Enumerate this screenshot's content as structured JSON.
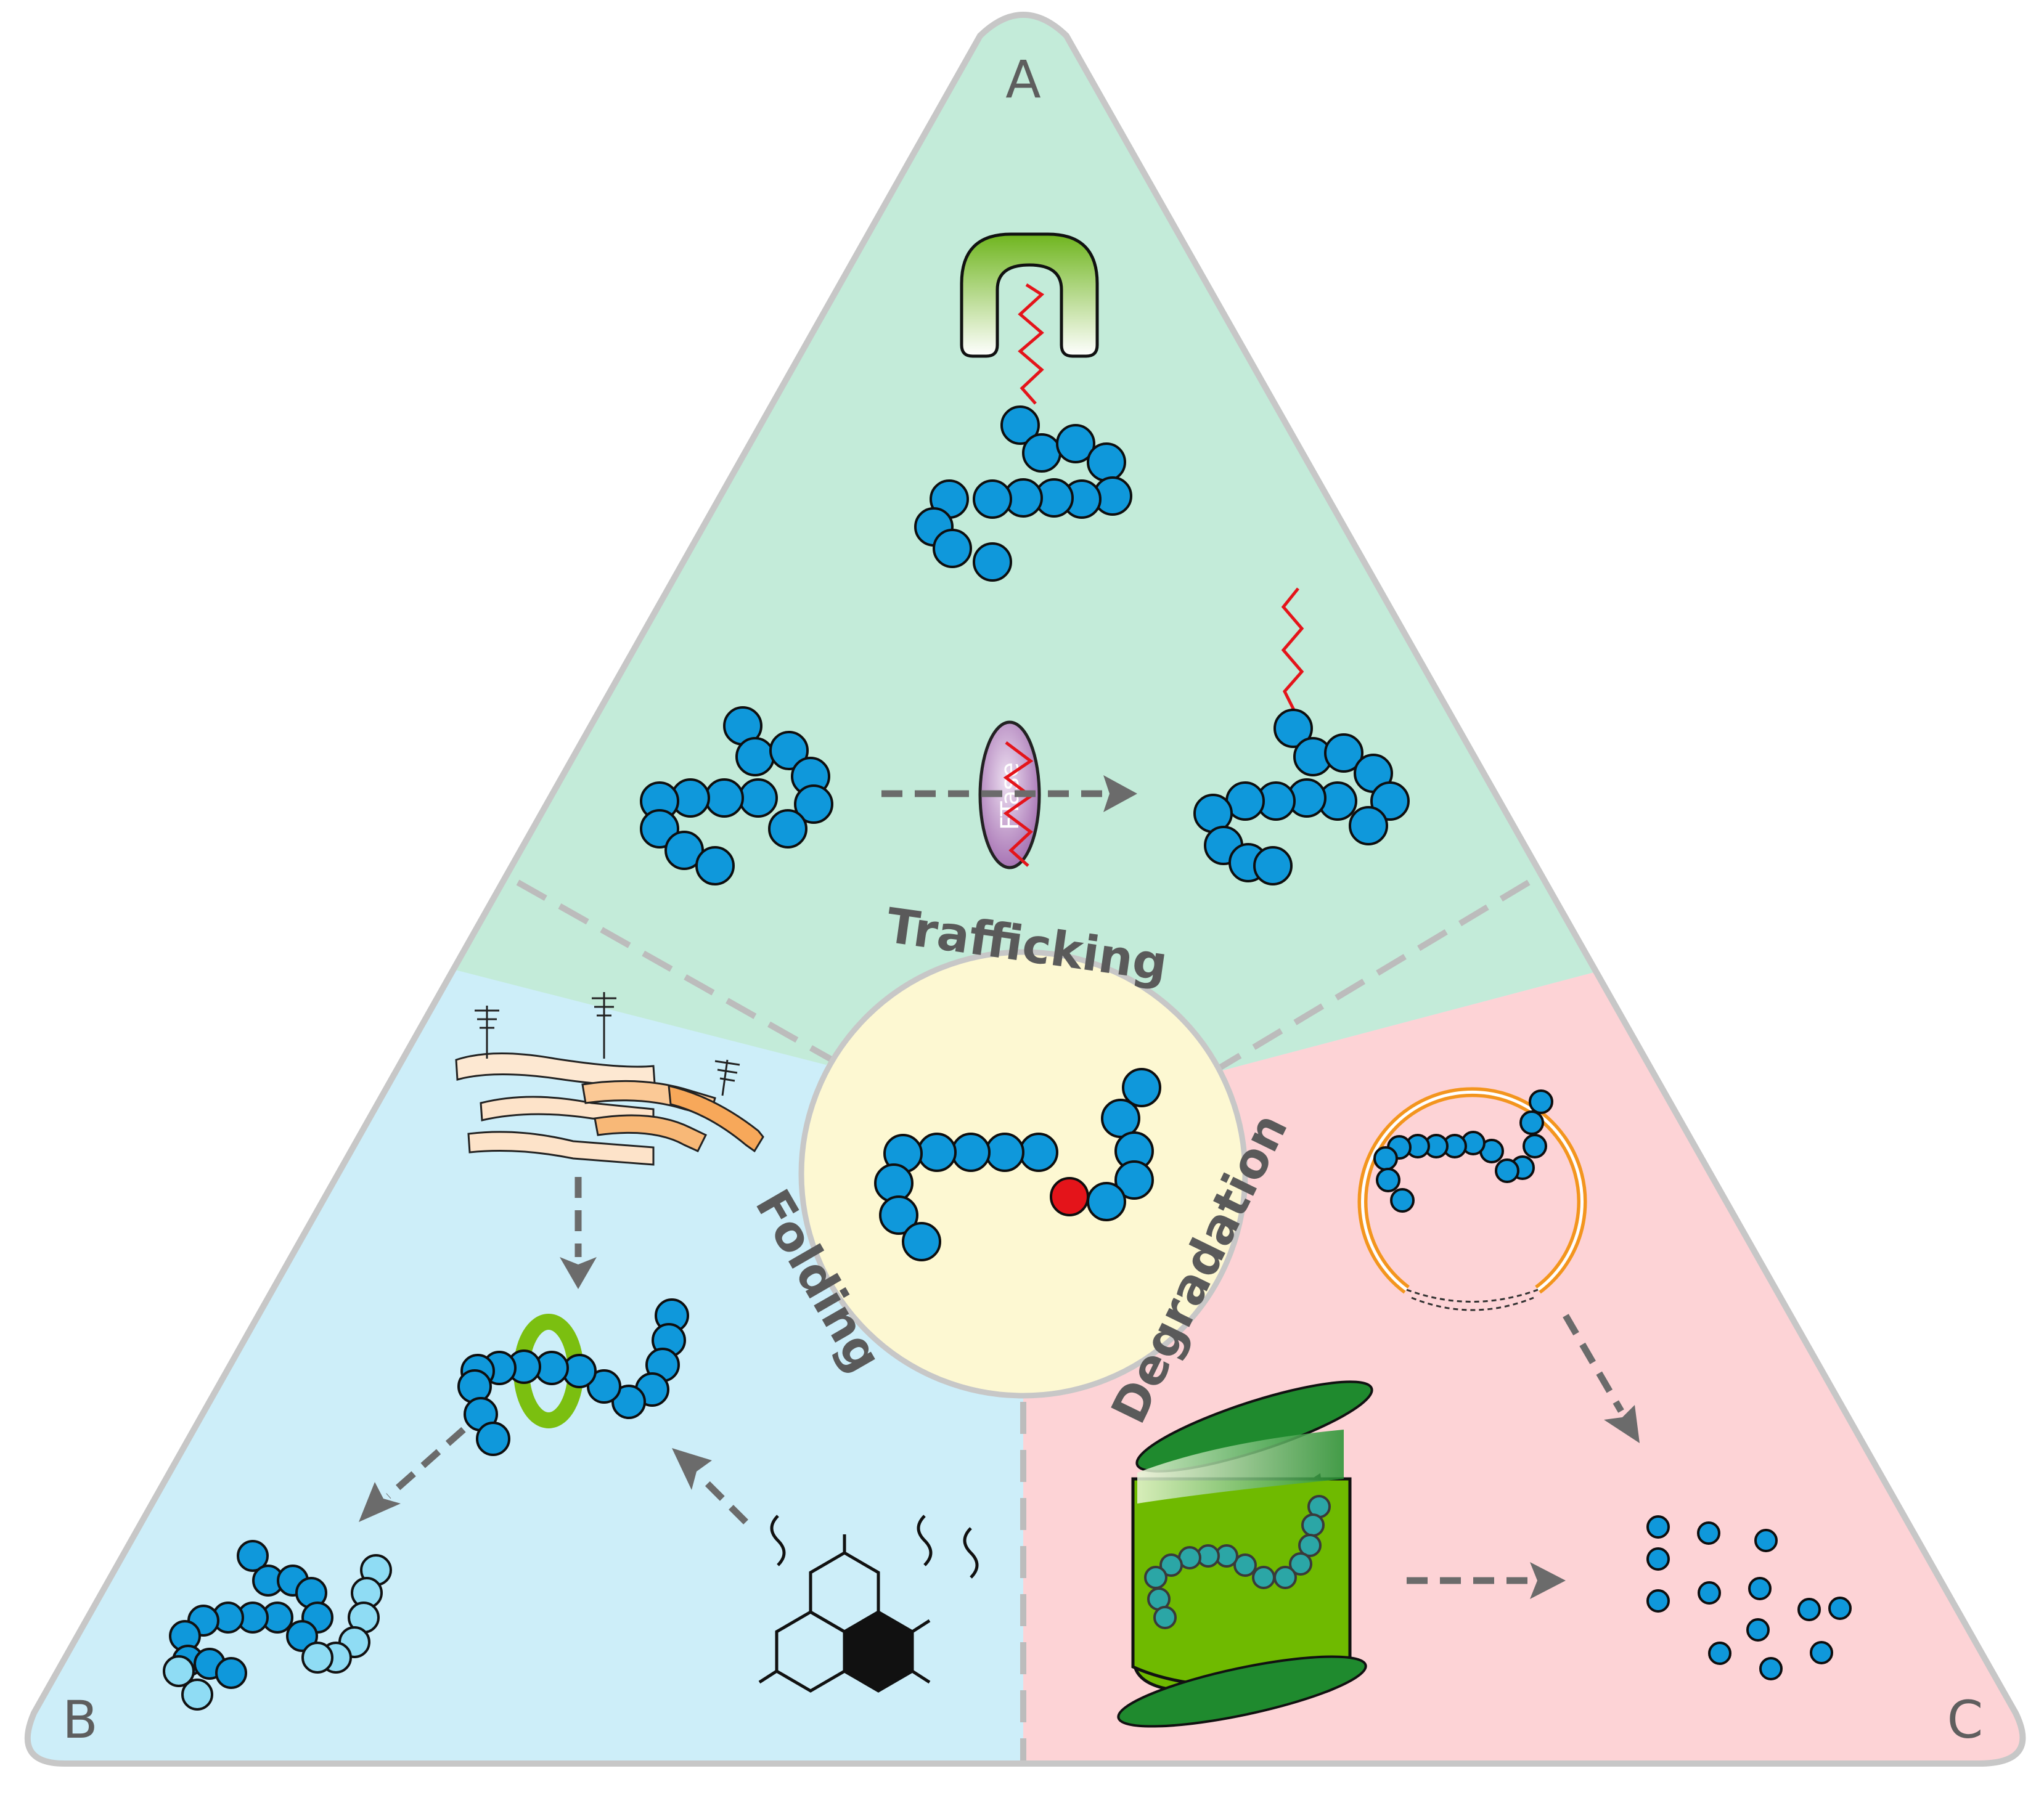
{
  "labels": {
    "corner_a": "A",
    "corner_b": "B",
    "corner_c": "C",
    "trafficking": "Trafficking",
    "folding": "Folding",
    "degradation": "Degradation",
    "ftase": "FTase"
  },
  "colors": {
    "trafficking_region": "#c3ebd9",
    "folding_region": "#cdeef9",
    "degradation_region": "#fdd3d6",
    "center_circle": "#fdf8d2",
    "border": "#c7c7c7",
    "bead": "#0f98db",
    "bead_light": "#8fdcf4",
    "bead_modified": "#e4141a",
    "lipid_chain": "#e4141a",
    "ftase_enzyme": "#b98bc4",
    "chaperone_ring": "#7bbf10",
    "proteasome": "#6fba00",
    "proteasome_cap": "#1f8a2e",
    "lysosome": "#f3951e",
    "golgi_light": "#fde3c9",
    "golgi_dark": "#f7a85a",
    "arrow": "#6b6b6b"
  },
  "icons": {
    "receptor": "lipid-binding-receptor-icon",
    "enzyme": "ftase-enzyme-icon",
    "golgi": "golgi-apparatus-icon",
    "chaperone": "chaperone-ring-icon",
    "heat_chemical": "heat-and-chemical-icon",
    "lysosome": "lysosome-icon",
    "proteasome": "proteasome-icon"
  }
}
